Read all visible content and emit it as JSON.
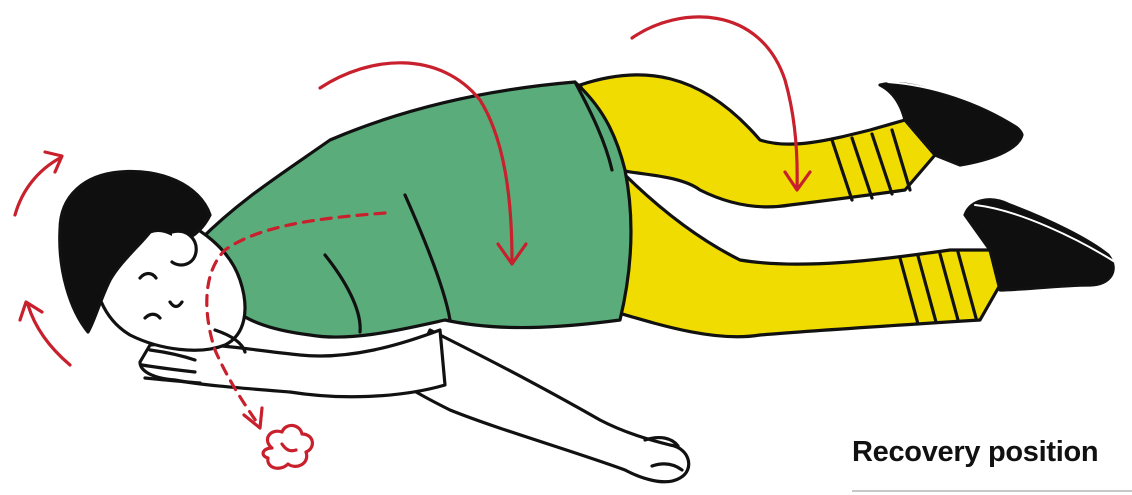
{
  "title": "Recovery position",
  "colors": {
    "shirt": "#5aad7b",
    "pants": "#f0dc00",
    "hair_shoes": "#0f0f0f",
    "skin": "#ffffff",
    "outline": "#111111",
    "arrows": "#c8202c",
    "rule": "#c8c8c8"
  },
  "figure": {
    "description_icons": [
      "person-lying-on-side",
      "head-tilt-arrows",
      "roll-arrows",
      "airway-arrow",
      "vomit-puff-icon"
    ]
  }
}
